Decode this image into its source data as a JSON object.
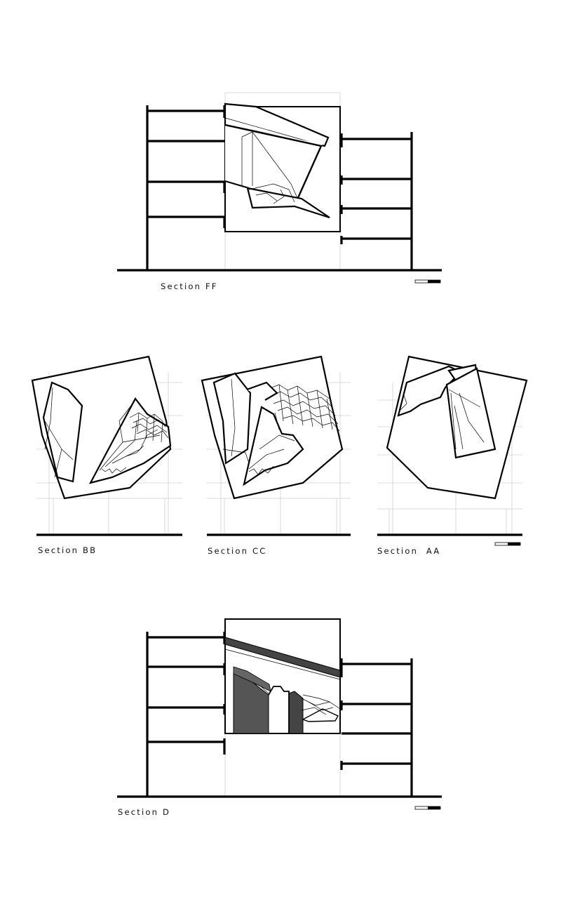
{
  "sections": {
    "ff": {
      "label": "Section FF"
    },
    "bb": {
      "label": "Section BB"
    },
    "cc": {
      "label": "Section CC"
    },
    "aa": {
      "label": "Section  AA"
    },
    "d": {
      "label": "Section D"
    }
  },
  "colors": {
    "ink": "#000000",
    "grid": "#cfcfcf",
    "dark_fill": "#555555"
  }
}
